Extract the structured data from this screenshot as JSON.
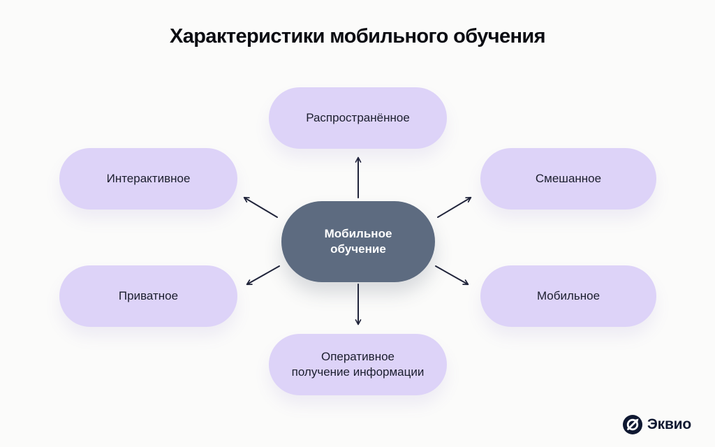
{
  "title": "Характеристики мобильного обучения",
  "diagram": {
    "center": {
      "label": "Мобильное\nобучение"
    },
    "nodes": [
      {
        "id": "top",
        "label": "Распространённое"
      },
      {
        "id": "left-top",
        "label": "Интерактивное"
      },
      {
        "id": "right-top",
        "label": "Смешанное"
      },
      {
        "id": "left-bottom",
        "label": "Приватное"
      },
      {
        "id": "right-bottom",
        "label": "Мобильное"
      },
      {
        "id": "bottom",
        "label": "Оперативное\nполучение информации"
      }
    ]
  },
  "logo": {
    "text": "Эквио",
    "icon": "equio-circle-arrow-icon"
  },
  "colors": {
    "background": "#fbfbfa",
    "node_fill": "#ddd3f8",
    "center_fill": "#5d6b80",
    "node_text": "#1b1e2e",
    "center_text": "#ffffff",
    "arrow": "#20243a",
    "logo": "#0f1831"
  }
}
